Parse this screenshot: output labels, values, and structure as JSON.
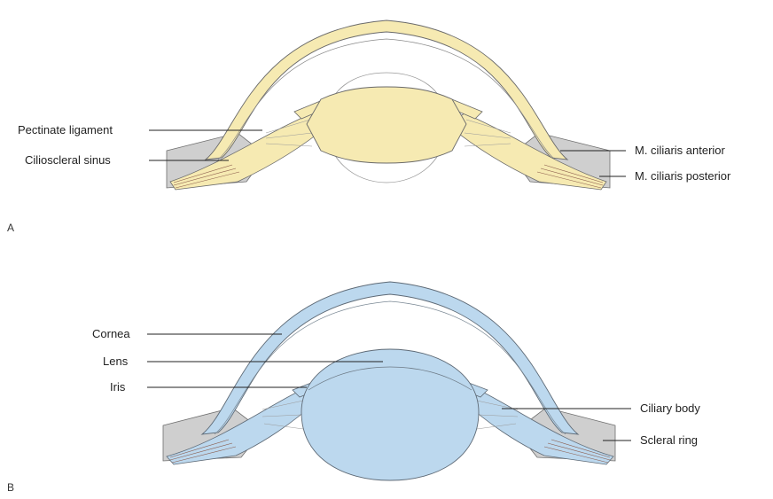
{
  "panel_a": {
    "letter": "A",
    "labels": {
      "pectinate_ligament": "Pectinate ligament",
      "cilioscleral_sinus": "Cilioscleral sinus",
      "ciliaris_anterior": "M. ciliaris anterior",
      "ciliaris_posterior": "M. ciliaris posterior"
    },
    "color": "#f6eab2"
  },
  "panel_b": {
    "letter": "B",
    "labels": {
      "cornea": "Cornea",
      "lens": "Lens",
      "iris": "Iris",
      "ciliary_body": "Ciliary body",
      "scleral_ring": "Scleral ring"
    },
    "color": "#bcd8ee"
  }
}
